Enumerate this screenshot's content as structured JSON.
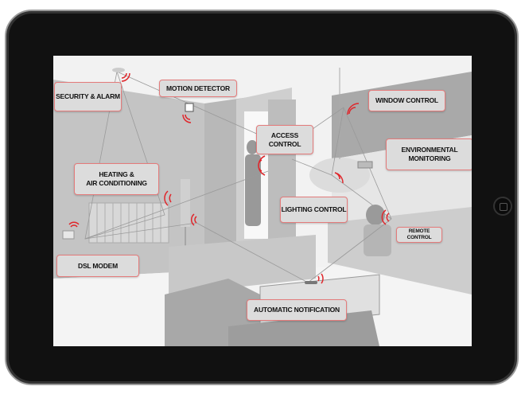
{
  "labels": {
    "security": "SECURITY & ALARM",
    "motion": "MOTION DETECTOR",
    "window": "WINDOW CONTROL",
    "access_1": "ACCESS",
    "access_2": "CONTROL",
    "environment_1": "ENVIRONMENTAL",
    "environment_2": "MONITORING",
    "heating_1": "HEATING &",
    "heating_2": "AIR CONDITIONING",
    "lighting": "LIGHTING CONTROL",
    "remote": "REMOTE CONTROL",
    "dsl": "DSL MODEM",
    "notification": "AUTOMATIC NOTIFICATION"
  },
  "colors": {
    "accent": "#e0262b",
    "label_border": "#e47b7b",
    "label_bg": "#dcdcdc"
  }
}
